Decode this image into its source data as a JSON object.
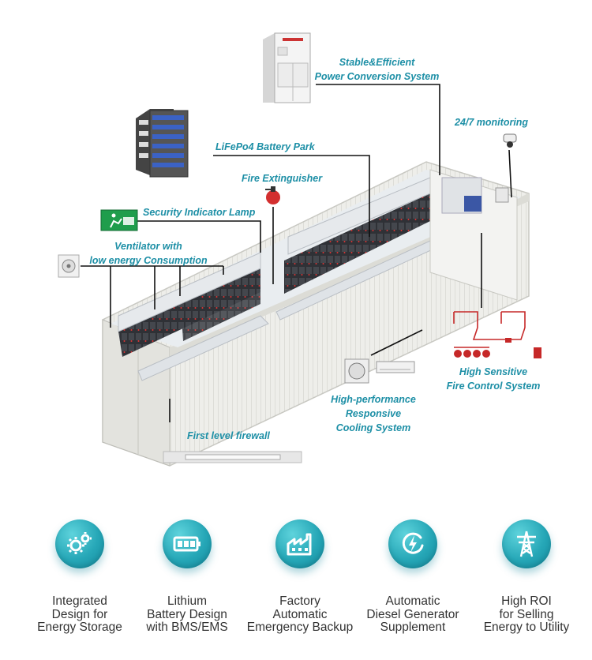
{
  "callouts": {
    "pcs_line1": "Stable&Efficient",
    "pcs_line2": "Power Conversion System",
    "monitoring": "24/7 monitoring",
    "battery_park": "LiFePo4 Battery Park",
    "fire_extinguisher": "Fire Extinguisher",
    "security_lamp": "Security Indicator Lamp",
    "ventilator_line1": "Ventilator with",
    "ventilator_line2": "low energy Consumption",
    "fire_control_line1": "High Sensitive",
    "fire_control_line2": "Fire Control System",
    "cooling_line1": "High-performance",
    "cooling_line2": "Responsive",
    "cooling_line3": "Cooling System",
    "firewall": "First level firewall"
  },
  "features": [
    {
      "icon": "gears-icon",
      "lines": [
        "Integrated",
        "Design for",
        "Energy Storage"
      ]
    },
    {
      "icon": "battery-icon",
      "lines": [
        "Lithium",
        "Battery Design",
        "with BMS/EMS"
      ]
    },
    {
      "icon": "factory-icon",
      "lines": [
        "Factory",
        "Automatic",
        "Emergency Backup"
      ]
    },
    {
      "icon": "lightning-icon",
      "lines": [
        "Automatic",
        "Diesel Generator",
        "Supplement"
      ]
    },
    {
      "icon": "power-tower-icon",
      "lines": [
        "High ROI",
        "for Selling",
        "Energy to Utility"
      ]
    }
  ],
  "colors": {
    "accent": "#1d8fa6",
    "icon_bg": "#26a7b7",
    "text": "#333333",
    "fire_red": "#c62828"
  }
}
